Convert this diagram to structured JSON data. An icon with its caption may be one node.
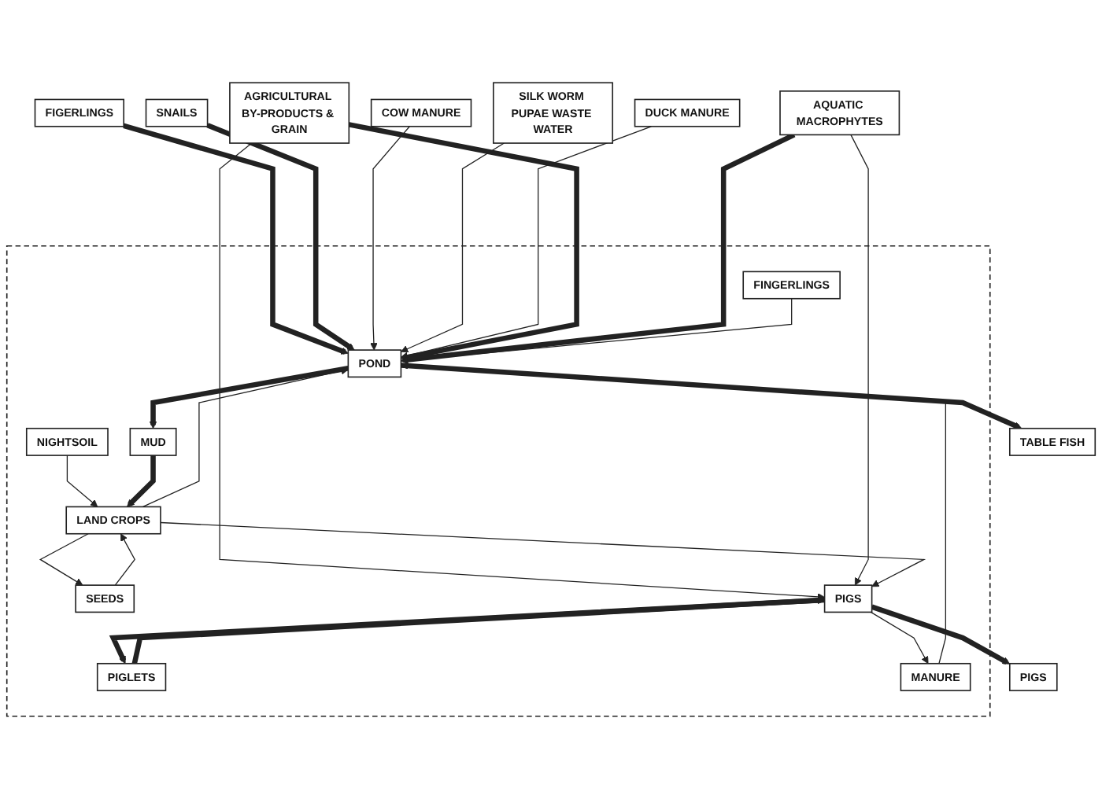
{
  "diagram": {
    "nodes": [
      {
        "text": [
          "SNAILS"
        ]
      },
      {
        "text": [
          "SILK WORM PUPAE WASTE WATER"
        ]
      },
      {
        "text": [
          "AGRICULTURAL BY-PRODUCTS & GRAIN"
        ]
      },
      {
        "text": [
          "FIGERLINGS"
        ]
      },
      {
        "text": [
          "COW MANURE"
        ]
      },
      {
        "text": [
          "DUCK MANURE"
        ]
      },
      {
        "text": [
          "AQUATIC MACROPHYTES"
        ]
      },
      {
        "text": [],
        "shape": "box"
      },
      {
        "text": [
          "FINGERLINGS"
        ],
        "in": 7
      },
      {
        "text": [
          "NIGHTSOIL"
        ],
        "in": 7
      },
      {
        "text": [
          "PIGLETS"
        ],
        "in": 7
      },
      {
        "text": [
          "SEEDS"
        ],
        "in": 7
      },
      {
        "text": [
          "POND"
        ],
        "in": 7
      },
      {
        "text": [
          "MANURE"
        ],
        "in": 7
      },
      {
        "text": [
          "PIGS"
        ],
        "in": 7
      },
      {
        "text": [
          "LAND CROPS"
        ],
        "in": 7
      },
      {
        "text": [
          "MUD"
        ],
        "in": 7
      },
      {
        "text": [
          "TABLE FISH"
        ]
      },
      {
        "text": [
          "PIGS"
        ]
      }
    ],
    "edges": [
      {
        "from": 3,
        "to": 12,
        "arrow": "to",
        "style": "thick"
      },
      {
        "from": 0,
        "to": 12,
        "arrow": "to",
        "style": "thick"
      },
      {
        "from": 4,
        "to": 12,
        "arrow": "to"
      },
      {
        "from": 1,
        "to": 12,
        "arrow": "to"
      },
      {
        "from": 5,
        "to": 12,
        "arrow": "to"
      },
      {
        "from": 2,
        "to": 12,
        "arrow": "to",
        "style": "thick"
      },
      {
        "from": 6,
        "to": 12,
        "arrow": "to",
        "style": "thick"
      },
      {
        "from": 2,
        "to": 14,
        "arrow": "to"
      },
      {
        "from": 6,
        "to": 14,
        "arrow": "to"
      },
      {
        "from": 8,
        "to": 12,
        "arrow": "to"
      },
      {
        "from": 15,
        "to": 12,
        "arrow": "to"
      },
      {
        "from": 13,
        "to": 12,
        "arrow": "to"
      },
      {
        "from": 14,
        "to": 13,
        "arrow": "to"
      },
      {
        "from": 15,
        "to": 14,
        "arrow": "to"
      },
      {
        "from": 10,
        "to": 14,
        "arrow": "to",
        "style": "thick"
      },
      {
        "from": 14,
        "to": 10,
        "arrow": "to",
        "style": "thick"
      },
      {
        "from": 9,
        "to": 15,
        "arrow": "to"
      },
      {
        "from": 11,
        "to": 15,
        "arrow": "to"
      },
      {
        "from": 15,
        "to": 11,
        "arrow": "to"
      },
      {
        "from": 12,
        "to": 16,
        "arrow": "to",
        "style": "thick"
      },
      {
        "from": 16,
        "to": 15,
        "arrow": "to",
        "style": "thick"
      },
      {
        "from": 12,
        "to": 17,
        "arrow": "to",
        "style": "thick"
      },
      {
        "from": 14,
        "to": 18,
        "arrow": "to",
        "style": "thick"
      }
    ]
  }
}
